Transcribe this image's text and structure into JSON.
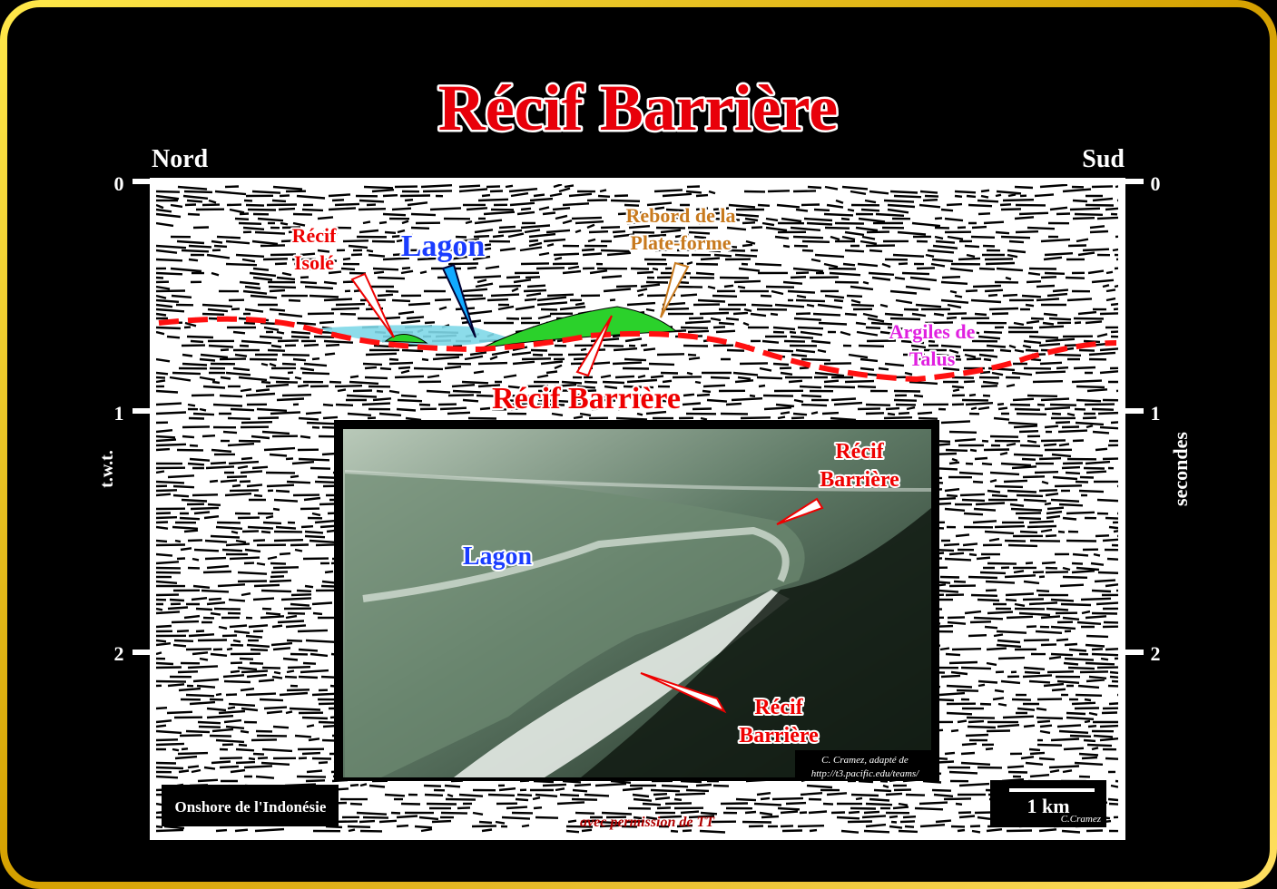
{
  "title": "Récif Barrière",
  "directions": {
    "left": "Nord",
    "right": "Sud"
  },
  "axis": {
    "left_label": "t.w.t.",
    "right_label": "secondes",
    "ticks": [
      "0",
      "1",
      "2"
    ]
  },
  "seismic_labels": {
    "recif_isole": [
      "Récif",
      "Isolé"
    ],
    "lagon": "Lagon",
    "rebord": [
      "Rebord de la",
      "Plate-forme"
    ],
    "argiles": [
      "Argiles de",
      "Talus"
    ],
    "recif_barriere": "Récif Barrière"
  },
  "photo_labels": {
    "recif_top": [
      "Récif",
      "Barrière"
    ],
    "lagon": "Lagon",
    "recif_bottom": [
      "Récif",
      "Barrière"
    ],
    "credit": [
      "C. Cramez, adapté de",
      "http://t3.pacific.edu/teams/"
    ]
  },
  "location_label": "Onshore de l'Indonésie",
  "permission": "avec permission de TT",
  "scale_bar": {
    "label": "1 km",
    "author": "C.Cramez"
  },
  "colors": {
    "frame": "#f2c200",
    "title": "#e8000a",
    "lagon": "#1a3cff",
    "reef": "#2bd12b",
    "water": "#7fd8e8",
    "rebord": "#c87a1e",
    "argiles": "#e020e0",
    "horizon": "#ff1010"
  }
}
